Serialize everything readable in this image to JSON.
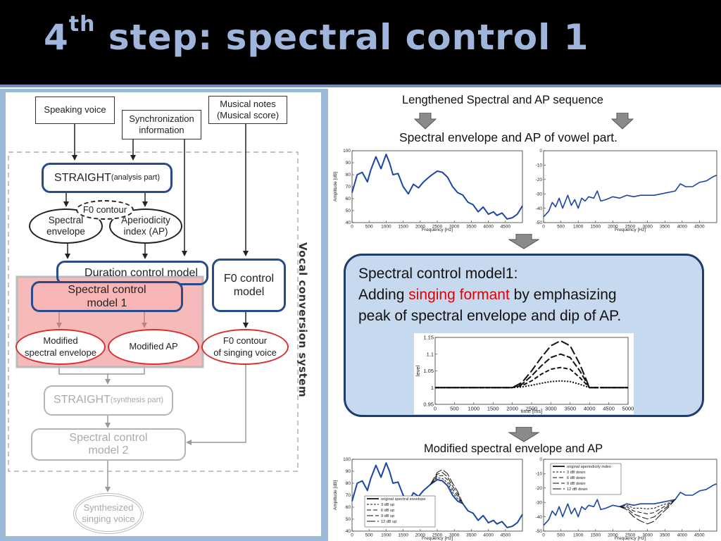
{
  "slide": {
    "title_main": "4",
    "title_sup": "th",
    "title_rest": " step: spectral control 1"
  },
  "diagram": {
    "speaking_voice": "Speaking voice",
    "sync_info_1": "Synchronization",
    "sync_info_2": "information",
    "musical_notes_1": "Musical notes",
    "musical_notes_2": "(Musical score)",
    "straight_analysis_main": "STRAIGHT",
    "straight_analysis_sub": "(analysis part)",
    "f0_contour": "F0 contour",
    "spectral_envelope_1": "Spectral",
    "spectral_envelope_2": "envelope",
    "aperiodicity_1": "Aperiodicity",
    "aperiodicity_2": "index (AP)",
    "duration_control": "Duration control model",
    "spectral_control_1_a": "Spectral control",
    "spectral_control_1_b": "model 1",
    "f0_control_1": "F0 control",
    "f0_control_2": "model",
    "modified_spectral_1": "Modified",
    "modified_spectral_2": "spectral envelope",
    "modified_ap": "Modified  AP",
    "f0_singing_1": "F0 contour",
    "f0_singing_2": "of singing voice",
    "straight_synthesis_main": "STRAIGHT",
    "straight_synthesis_sub": "(synthesis part)",
    "spectral_control_2_a": "Spectral control",
    "spectral_control_2_b": "model 2",
    "synth_singing_1": "Synthesized",
    "synth_singing_2": "singing voice",
    "vocal_conversion_system": "Vocal conversion system"
  },
  "right": {
    "lengthened_label": "Lengthened  Spectral and AP sequence",
    "vowel_label": "Spectral envelope and AP of vowel part.",
    "model_title": "Spectral control model1",
    "model_colon": ":",
    "model_line2_a": "Adding ",
    "model_line2_red": "singing formant",
    "model_line2_b": " by emphasizing",
    "model_line3": "peak of spectral envelope and dip of AP.",
    "modified_label": "Modified spectral envelope and AP"
  },
  "colors": {
    "title": "#9fb5dc",
    "blue_curve": "#1a46a8",
    "highlight_red": "#e00000",
    "model_box_fill": "#c7d9ee",
    "model_box_border": "#1f3b70"
  },
  "chart_data": [
    {
      "id": "top-left-spectral",
      "type": "line",
      "xlabel": "Frequency [Hz]",
      "ylabel": "Amplitude [dB]",
      "xlim": [
        0,
        5000
      ],
      "ylim": [
        40,
        100
      ],
      "xticks": [
        0,
        500,
        1000,
        1500,
        2000,
        2500,
        3000,
        3500,
        4000,
        4500
      ],
      "yticks": [
        40,
        50,
        60,
        70,
        80,
        90,
        100
      ],
      "series": [
        {
          "x": [
            0,
            150,
            300,
            450,
            550,
            700,
            850,
            1000,
            1100,
            1200,
            1350,
            1500,
            1650,
            1800,
            1950,
            2100,
            2300,
            2500,
            2650,
            2800,
            2950,
            3100,
            3250,
            3400,
            3550,
            3700,
            3850,
            4000,
            4150,
            4250,
            4400,
            4550,
            4700,
            4850,
            5000
          ],
          "y": [
            65,
            80,
            82,
            74,
            84,
            95,
            85,
            97,
            90,
            80,
            81,
            70,
            64,
            72,
            69,
            74,
            79,
            83,
            82,
            78,
            70,
            65,
            63,
            57,
            55,
            49,
            53,
            47,
            49,
            46,
            48,
            43,
            44,
            47,
            54
          ]
        }
      ]
    },
    {
      "id": "top-right-ap",
      "type": "line",
      "xlabel": "Frequency [Hz]",
      "ylabel": "",
      "xlim": [
        0,
        5000
      ],
      "ylim": [
        -50,
        0
      ],
      "xticks": [
        0,
        500,
        1000,
        1500,
        2000,
        2500,
        3000,
        3500,
        4000,
        4500
      ],
      "yticks": [
        -50,
        -40,
        -30,
        -20,
        -10,
        0
      ],
      "series": [
        {
          "x": [
            0,
            150,
            250,
            350,
            450,
            550,
            700,
            800,
            900,
            1000,
            1100,
            1200,
            1300,
            1450,
            1550,
            1650,
            1800,
            2000,
            2200,
            2400,
            2600,
            2800,
            3000,
            3200,
            3400,
            3600,
            3800,
            3950,
            4100,
            4300,
            4500,
            4700,
            4900,
            5000
          ],
          "y": [
            -46,
            -42,
            -36,
            -39,
            -33,
            -40,
            -31,
            -38,
            -34,
            -40,
            -33,
            -35,
            -32,
            -33,
            -28,
            -35,
            -34,
            -32,
            -33,
            -31,
            -32,
            -31,
            -31,
            -31,
            -30,
            -29,
            -28,
            -23,
            -25,
            -25,
            -22,
            -21,
            -18,
            -17
          ]
        }
      ]
    },
    {
      "id": "middle-level",
      "type": "line",
      "xlabel": "time [ms]",
      "ylabel": "level",
      "xlim": [
        0,
        5000
      ],
      "ylim": [
        0.95,
        1.15
      ],
      "xticks": [
        0,
        500,
        1000,
        1500,
        2000,
        2500,
        3000,
        3500,
        4000,
        4500,
        5000
      ],
      "yticks": [
        0.95,
        1,
        1.05,
        1.1,
        1.15
      ],
      "series": [
        {
          "peak": 1.02,
          "x": [
            0,
            2000,
            2250,
            2500,
            2750,
            3000,
            3250,
            3500,
            3750,
            4000,
            5000
          ],
          "y": [
            1,
            1,
            1.002,
            1.007,
            1.013,
            1.018,
            1.02,
            1.018,
            1.01,
            1,
            1
          ]
        },
        {
          "peak": 1.06,
          "x": [
            0,
            2000,
            2250,
            2500,
            2750,
            3000,
            3250,
            3500,
            3750,
            4000,
            5000
          ],
          "y": [
            1,
            1,
            1.006,
            1.02,
            1.04,
            1.055,
            1.06,
            1.055,
            1.03,
            1,
            1
          ]
        },
        {
          "peak": 1.1,
          "x": [
            0,
            2000,
            2250,
            2500,
            2750,
            3000,
            3250,
            3500,
            3750,
            4000,
            5000
          ],
          "y": [
            1,
            1,
            1.01,
            1.035,
            1.065,
            1.09,
            1.1,
            1.09,
            1.05,
            1,
            1
          ]
        },
        {
          "peak": 1.14,
          "x": [
            0,
            2000,
            2250,
            2500,
            2750,
            3000,
            3250,
            3500,
            3750,
            4000,
            5000
          ],
          "y": [
            1,
            1,
            1.015,
            1.05,
            1.09,
            1.125,
            1.14,
            1.125,
            1.07,
            1,
            1
          ]
        }
      ]
    },
    {
      "id": "bottom-left-modified-spectral",
      "type": "line",
      "xlabel": "Frequency [Hz]",
      "ylabel": "Amplitude [dB]",
      "xlim": [
        0,
        5000
      ],
      "ylim": [
        40,
        100
      ],
      "xticks": [
        0,
        500,
        1000,
        1500,
        2000,
        2500,
        3000,
        3500,
        4000,
        4500
      ],
      "yticks": [
        40,
        50,
        60,
        70,
        80,
        90,
        100
      ],
      "legend": [
        "original spectral envelope",
        "3 dB up",
        "6 dB up",
        "9 dB up",
        "12 dB up"
      ],
      "series": [
        {
          "name": "original spectral envelope",
          "x": [
            0,
            150,
            300,
            450,
            550,
            700,
            850,
            1000,
            1100,
            1200,
            1350,
            1500,
            1650,
            1800,
            1950,
            2100,
            2300,
            2500,
            2650,
            2800,
            2950,
            3100,
            3250,
            3400,
            3550,
            3700,
            3850,
            4000,
            4150,
            4250,
            4400,
            4550,
            4700,
            4850,
            5000
          ],
          "y": [
            65,
            80,
            82,
            74,
            84,
            95,
            85,
            97,
            90,
            80,
            81,
            70,
            64,
            72,
            69,
            74,
            79,
            83,
            82,
            78,
            70,
            65,
            63,
            57,
            55,
            49,
            53,
            47,
            49,
            46,
            48,
            43,
            44,
            47,
            54
          ]
        },
        {
          "name": "3 dB up",
          "x": [
            2300,
            2500,
            2650,
            2800,
            2950,
            3100,
            3250
          ],
          "y": [
            79,
            84.5,
            84,
            80.5,
            72.5,
            67,
            63
          ]
        },
        {
          "name": "6 dB up",
          "x": [
            2300,
            2500,
            2650,
            2800,
            2950,
            3100,
            3250
          ],
          "y": [
            79,
            86,
            86.5,
            83,
            75,
            69,
            63
          ]
        },
        {
          "name": "9 dB up",
          "x": [
            2300,
            2500,
            2650,
            2800,
            2950,
            3100,
            3250
          ],
          "y": [
            79,
            87.5,
            89,
            85.5,
            77.5,
            71,
            63
          ]
        },
        {
          "name": "12 dB up",
          "x": [
            2300,
            2500,
            2650,
            2800,
            2950,
            3100,
            3250
          ],
          "y": [
            79,
            89,
            91.5,
            88,
            80,
            73,
            63
          ]
        }
      ]
    },
    {
      "id": "bottom-right-modified-ap",
      "type": "line",
      "xlabel": "Frequency [Hz]",
      "ylabel": "",
      "xlim": [
        0,
        5000
      ],
      "ylim": [
        -50,
        0
      ],
      "xticks": [
        0,
        500,
        1000,
        1500,
        2000,
        2500,
        3000,
        3500,
        4000,
        4500
      ],
      "yticks": [
        -50,
        -40,
        -30,
        -20,
        -10,
        0
      ],
      "legend": [
        "original aperiodicity index",
        "3 dB down",
        "6 dB down",
        "9 dB down",
        "12 dB down"
      ],
      "series": [
        {
          "name": "original aperiodicity index",
          "x": [
            0,
            150,
            250,
            350,
            450,
            550,
            700,
            800,
            900,
            1000,
            1100,
            1200,
            1300,
            1450,
            1550,
            1650,
            1800,
            2000,
            2200,
            2400,
            2600,
            2800,
            3000,
            3200,
            3400,
            3600,
            3800,
            3950,
            4100,
            4300,
            4500,
            4700,
            4900,
            5000
          ],
          "y": [
            -46,
            -42,
            -36,
            -39,
            -33,
            -40,
            -31,
            -38,
            -34,
            -40,
            -33,
            -35,
            -32,
            -33,
            -28,
            -35,
            -34,
            -32,
            -33,
            -31,
            -32,
            -31,
            -31,
            -31,
            -30,
            -29,
            -28,
            -23,
            -25,
            -25,
            -22,
            -21,
            -18,
            -17
          ]
        },
        {
          "name": "3 dB down",
          "x": [
            2200,
            2400,
            2600,
            2800,
            3000,
            3200,
            3400,
            3600,
            3800
          ],
          "y": [
            -33,
            -32,
            -34,
            -34,
            -34.5,
            -34,
            -32,
            -30.5,
            -28
          ]
        },
        {
          "name": "6 dB down",
          "x": [
            2200,
            2400,
            2600,
            2800,
            3000,
            3200,
            3400,
            3600,
            3800
          ],
          "y": [
            -33,
            -33,
            -36,
            -37,
            -38,
            -37,
            -34,
            -31.5,
            -28
          ]
        },
        {
          "name": "9 dB down",
          "x": [
            2200,
            2400,
            2600,
            2800,
            3000,
            3200,
            3400,
            3600,
            3800
          ],
          "y": [
            -33,
            -34,
            -38,
            -40,
            -41.5,
            -40,
            -36,
            -32.5,
            -28
          ]
        },
        {
          "name": "12 dB down",
          "x": [
            2200,
            2400,
            2600,
            2800,
            3000,
            3200,
            3400,
            3600,
            3800
          ],
          "y": [
            -33,
            -35,
            -40,
            -43,
            -45,
            -43,
            -38,
            -33.5,
            -28
          ]
        }
      ]
    }
  ]
}
